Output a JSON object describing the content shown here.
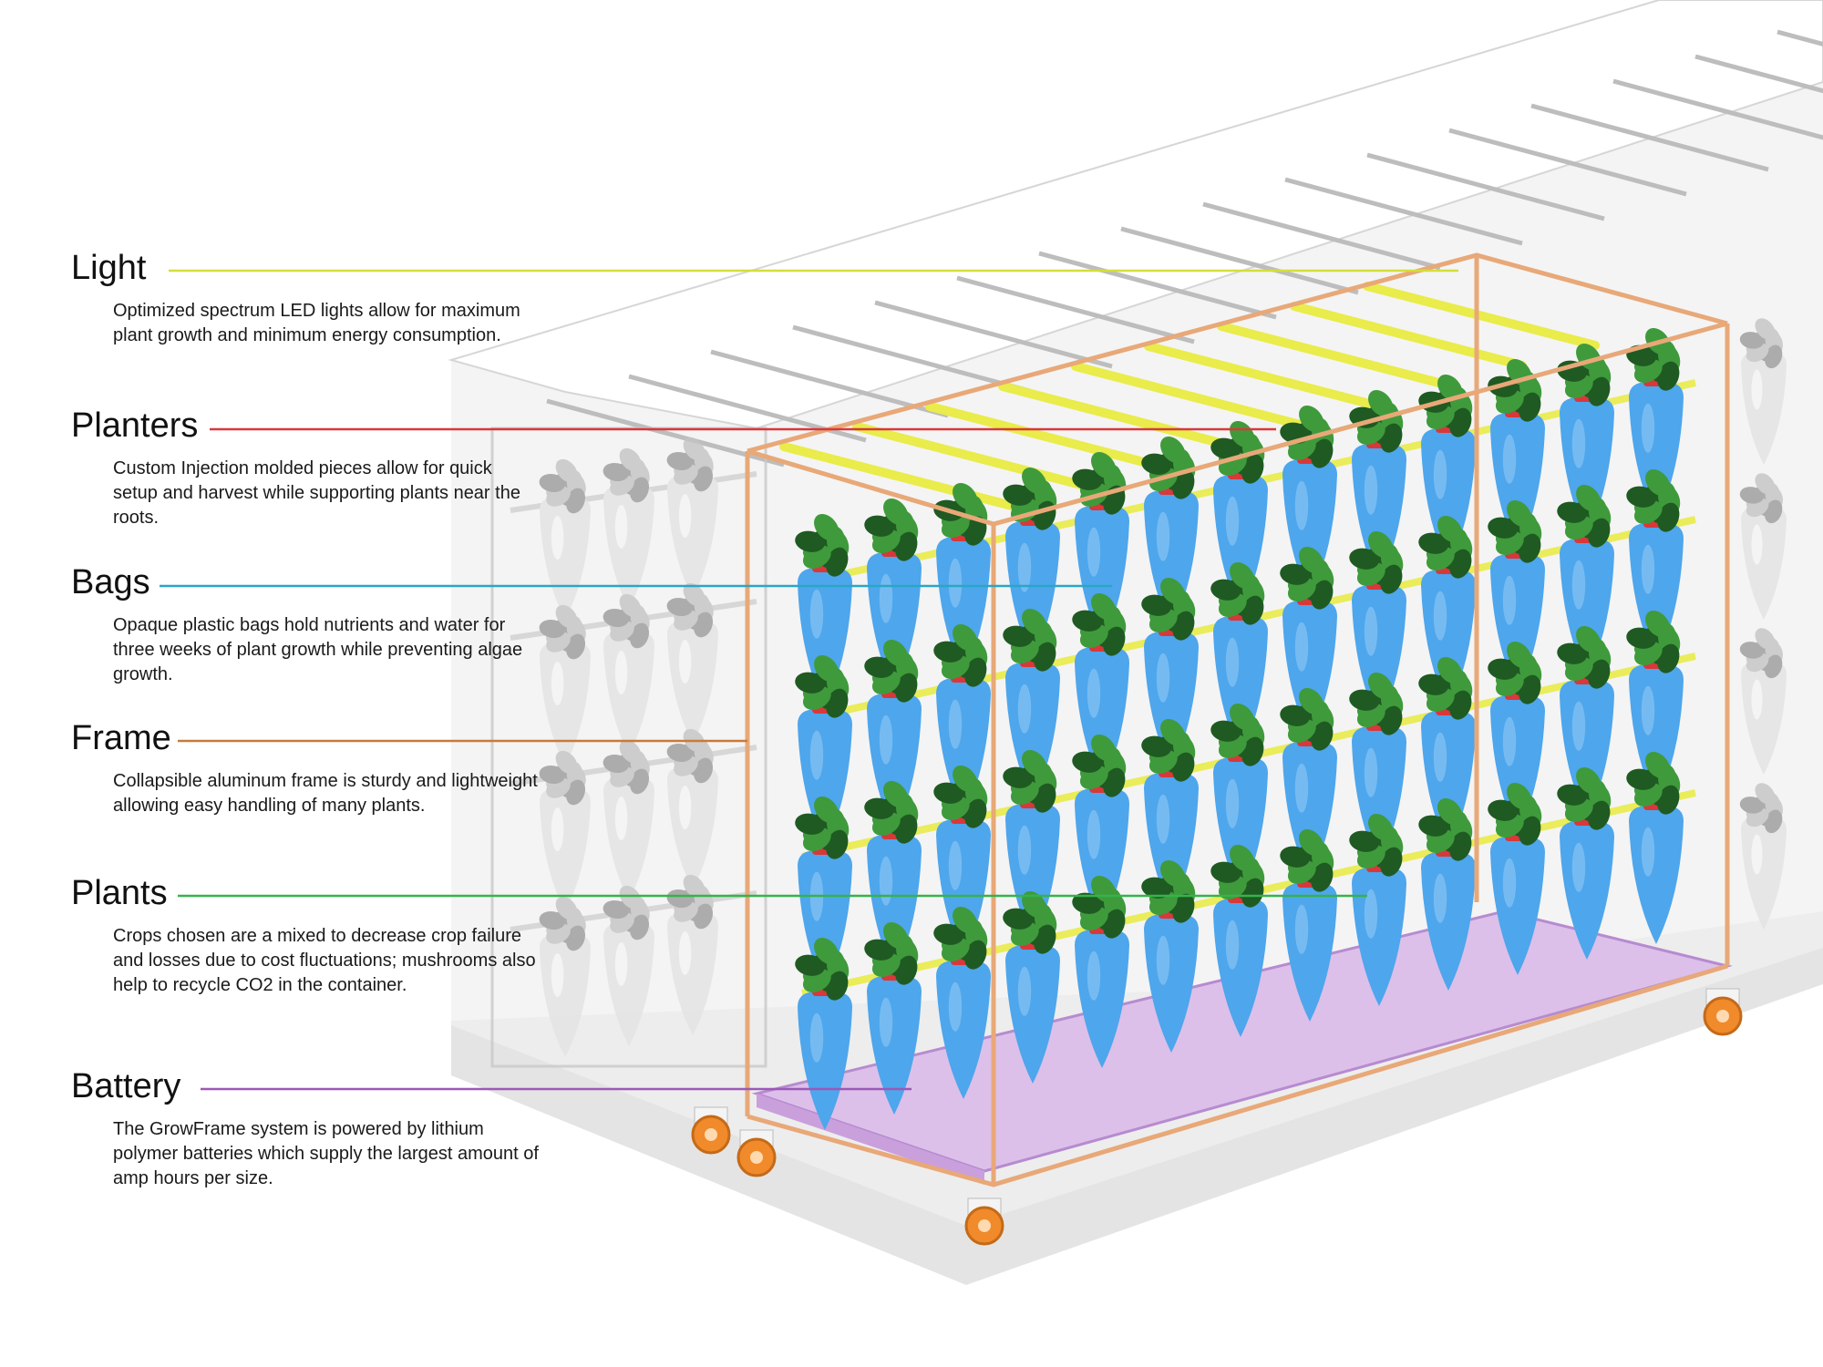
{
  "labels": [
    {
      "id": "light",
      "title": "Light",
      "color": "#d4de3a",
      "desc": "Optimized spectrum LED lights allow for maximum plant growth and minimum energy consumption."
    },
    {
      "id": "planters",
      "title": "Planters",
      "color": "#d8383a",
      "desc": "Custom Injection molded pieces allow for quick setup and harvest while supporting plants near the roots."
    },
    {
      "id": "bags",
      "title": "Bags",
      "color": "#2aa6c6",
      "desc": "Opaque plastic bags hold nutrients and water for three weeks of plant growth while preventing algae growth."
    },
    {
      "id": "frame",
      "title": "Frame",
      "color": "#c87a3a",
      "desc": "Collapsible aluminum frame is sturdy and lightweight allowing easy handling of many plants."
    },
    {
      "id": "plants",
      "title": "Plants",
      "color": "#35b34a",
      "desc": "Crops chosen are a mixed to decrease crop failure and losses due to cost fluctuations; mushrooms also help to recycle CO2 in the container."
    },
    {
      "id": "battery",
      "title": "Battery",
      "color": "#9b59b6",
      "desc": "The GrowFrame system is powered by lithium polymer batteries which supply the largest amount of amp hours per size."
    }
  ],
  "colors": {
    "bag": "#4ea6ec",
    "bag_light": "#8fcaf6",
    "planter": "#d8383a",
    "leaf_dark": "#1f5a22",
    "leaf_light": "#3f9a3c",
    "light_bar": "#e9ec4a",
    "frame": "#e0a070",
    "battery_pad": "#d9b3e6",
    "wheel": "#f08a2a",
    "ghost": "#cfcfcf"
  }
}
